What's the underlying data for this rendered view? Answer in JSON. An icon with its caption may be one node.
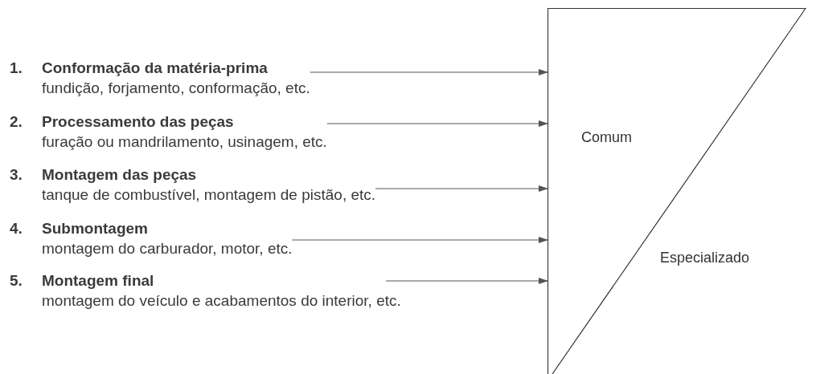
{
  "diagram": {
    "nodes": [
      {
        "text": [
          "1.",
          "Conformação da matéria-prima",
          "fundição, forjamento, conformação, etc."
        ]
      },
      {
        "text": [
          "2.",
          "Processamento das peças",
          "furação ou mandrilamento, usinagem, etc."
        ]
      },
      {
        "text": [
          "3.",
          "Montagem das peças",
          "tanque de combustível, montagem de pistão, etc."
        ]
      },
      {
        "text": [
          "4.",
          "Submontagem",
          "montagem do carburador, motor, etc."
        ]
      },
      {
        "text": [
          "5.",
          "Montagem final",
          "montagem do veículo e acabamentos do interior, etc."
        ]
      },
      {
        "text": [
          "Comum",
          "Especializado"
        ]
      }
    ],
    "edges": [
      {
        "from": 0,
        "to": 5,
        "arrow": "to"
      },
      {
        "from": 1,
        "to": 5,
        "arrow": "to"
      },
      {
        "from": 2,
        "to": 5,
        "arrow": "to"
      },
      {
        "from": 3,
        "to": 5,
        "arrow": "to"
      },
      {
        "from": 4,
        "to": 5,
        "arrow": "to"
      }
    ]
  }
}
